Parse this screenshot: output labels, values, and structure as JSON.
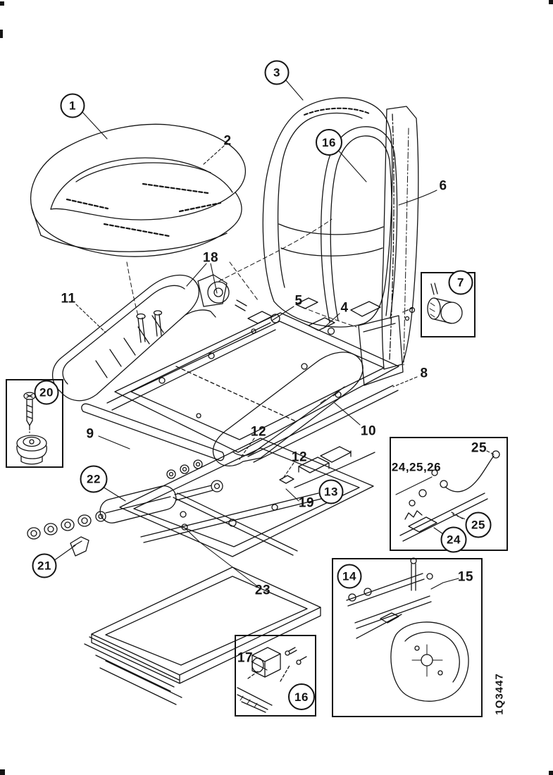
{
  "figure": {
    "drawing_code": "1Q3447",
    "colors": {
      "ink": "#141414",
      "background": "#ffffff"
    },
    "callouts": [
      {
        "label": "1",
        "circled": true
      },
      {
        "label": "2",
        "circled": false
      },
      {
        "label": "3",
        "circled": true
      },
      {
        "label": "16",
        "circled": true
      },
      {
        "label": "6",
        "circled": false
      },
      {
        "label": "7",
        "circled": true
      },
      {
        "label": "18",
        "circled": false
      },
      {
        "label": "11",
        "circled": false
      },
      {
        "label": "5",
        "circled": false
      },
      {
        "label": "4",
        "circled": false
      },
      {
        "label": "8",
        "circled": false
      },
      {
        "label": "20",
        "circled": true
      },
      {
        "label": "9",
        "circled": false
      },
      {
        "label": "12",
        "circled": false
      },
      {
        "label": "10",
        "circled": false
      },
      {
        "label": "12",
        "circled": false
      },
      {
        "label": "19",
        "circled": false
      },
      {
        "label": "13",
        "circled": true
      },
      {
        "label": "22",
        "circled": true
      },
      {
        "label": "21",
        "circled": true
      },
      {
        "label": "23",
        "circled": false
      },
      {
        "label": "25",
        "circled": false
      },
      {
        "label": "24,25,26",
        "circled": false
      },
      {
        "label": "25",
        "circled": true
      },
      {
        "label": "24",
        "circled": true
      },
      {
        "label": "14",
        "circled": true
      },
      {
        "label": "15",
        "circled": false
      },
      {
        "label": "17",
        "circled": false
      },
      {
        "label": "16",
        "circled": true
      }
    ]
  }
}
